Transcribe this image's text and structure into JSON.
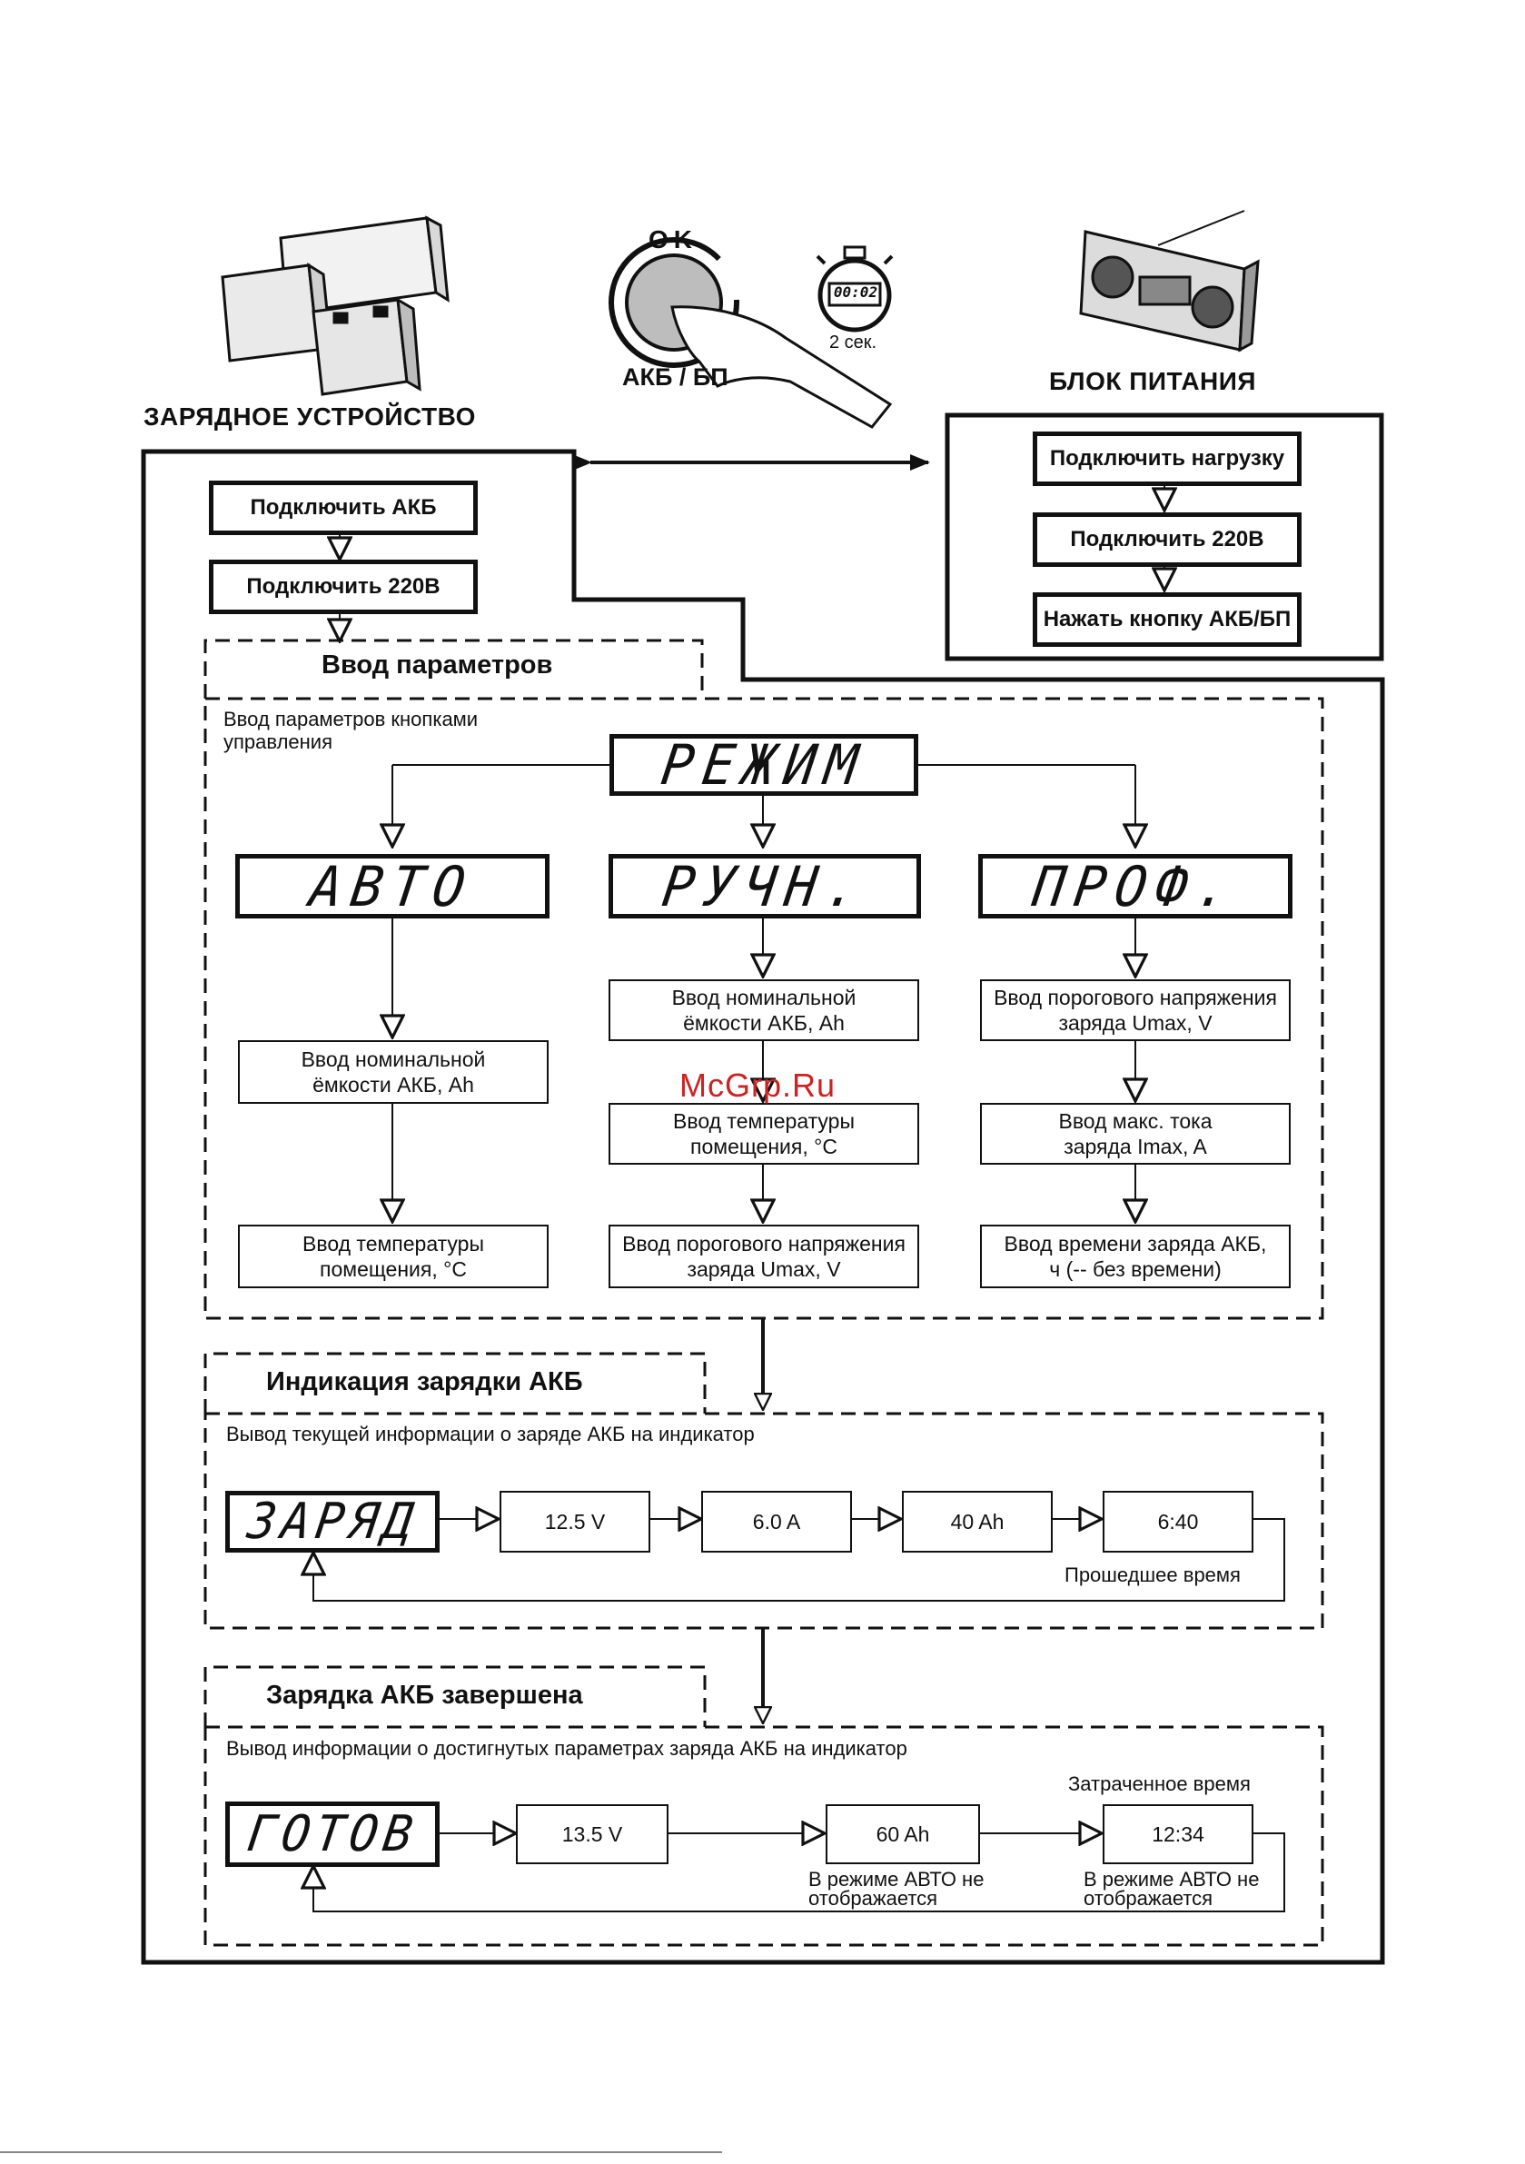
{
  "header": {
    "charger_label": "ЗАРЯДНОЕ УСТРОЙСТВО",
    "psu_label": "БЛОК ПИТАНИЯ",
    "ok_label": "OK",
    "button_label": "АКБ / БП",
    "timer_display": "00:02",
    "timer_caption": "2 сек."
  },
  "charger_steps": [
    "Подключить АКБ",
    "Подключить 220В"
  ],
  "psu_steps": [
    "Подключить нагрузку",
    "Подключить 220В",
    "Нажать кнопку АКБ/БП"
  ],
  "params": {
    "title": "Ввод параметров",
    "subtitle": "Ввод параметров кнопками управления",
    "mode_display": "РЕЖИМ",
    "modes": [
      {
        "display": "АВТО",
        "steps": [
          "Ввод номинальной ёмкости АКБ, Ah",
          "Ввод температуры помещения, °C"
        ]
      },
      {
        "display": "РУЧН.",
        "steps": [
          "Ввод номинальной ёмкости АКБ, Ah",
          "Ввод температуры помещения, °C",
          "Ввод порогового напряжения заряда Umax, V"
        ]
      },
      {
        "display": "ПРОФ.",
        "steps": [
          "Ввод порогового напряжения заряда Umax, V",
          "Ввод макс. тока заряда Imax, A",
          "Ввод времени заряда АКБ, ч (-- без времени)"
        ]
      }
    ]
  },
  "charging": {
    "title": "Индикация зарядки АКБ",
    "subtitle": "Вывод текущей информации о заряде АКБ на индикатор",
    "display": "ЗАРЯД",
    "values": [
      "12.5 V",
      "6.0 A",
      "40 Ah",
      "6:40"
    ],
    "elapsed_label": "Прошедшее время"
  },
  "done": {
    "title": "Зарядка АКБ завершена",
    "subtitle": "Вывод информации о достигнутых параметрах заряда АКБ на индикатор",
    "display": "ГОТОВ",
    "values": [
      "13.5 V",
      "60 Ah",
      "12:34"
    ],
    "spent_label": "Затраченное время",
    "auto_note": "В режиме АВТО не отображается"
  },
  "watermark": "McGrp.Ru"
}
